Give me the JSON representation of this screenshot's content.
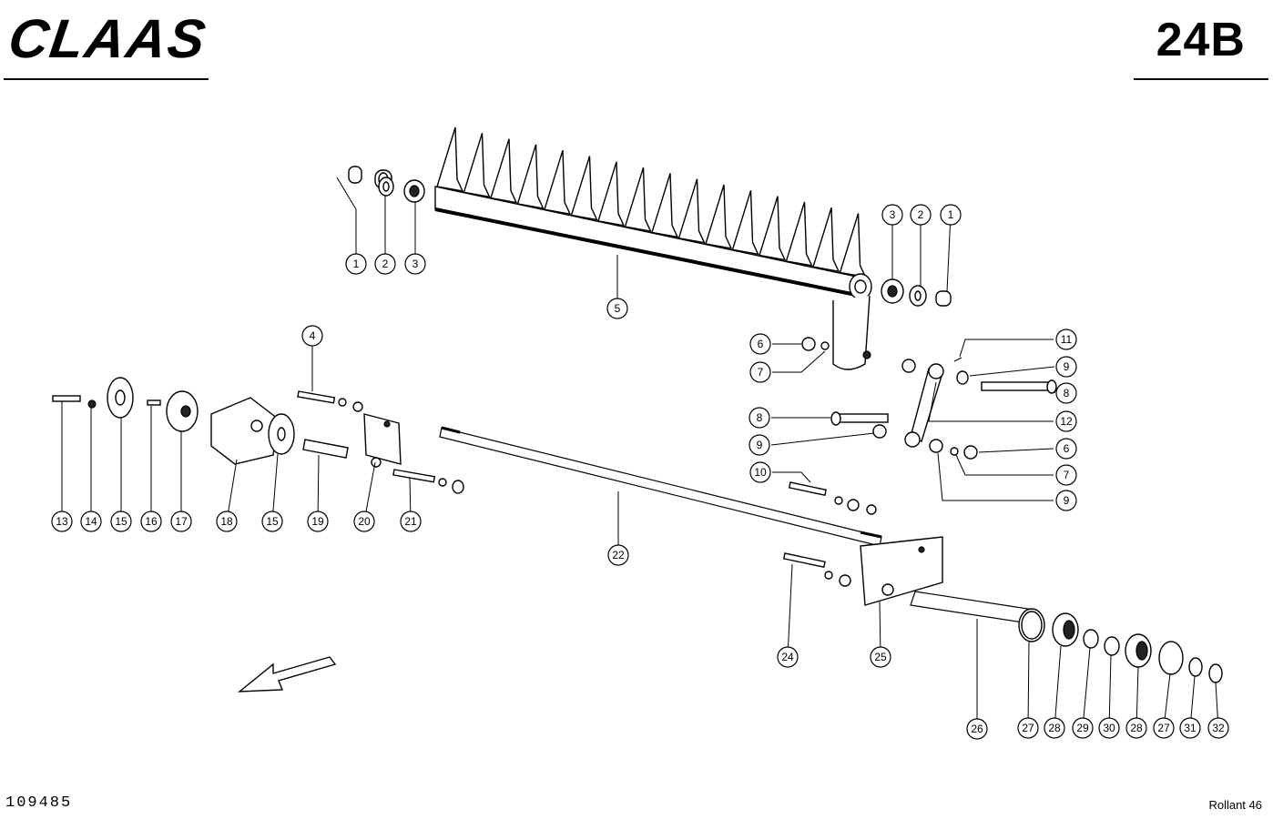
{
  "header": {
    "brand": "CLAAS",
    "page_code": "24B"
  },
  "footer": {
    "doc_number": "109485",
    "model": "Rollant 46"
  },
  "callouts": [
    "1",
    "2",
    "3",
    "3",
    "2",
    "1",
    "5",
    "4",
    "6",
    "7",
    "11",
    "9",
    "8",
    "8",
    "9",
    "12",
    "6",
    "7",
    "9",
    "10",
    "13",
    "14",
    "15",
    "16",
    "17",
    "18",
    "15",
    "19",
    "20",
    "21",
    "22",
    "24",
    "25",
    "26",
    "27",
    "28",
    "29",
    "30",
    "28",
    "27",
    "31",
    "32"
  ]
}
